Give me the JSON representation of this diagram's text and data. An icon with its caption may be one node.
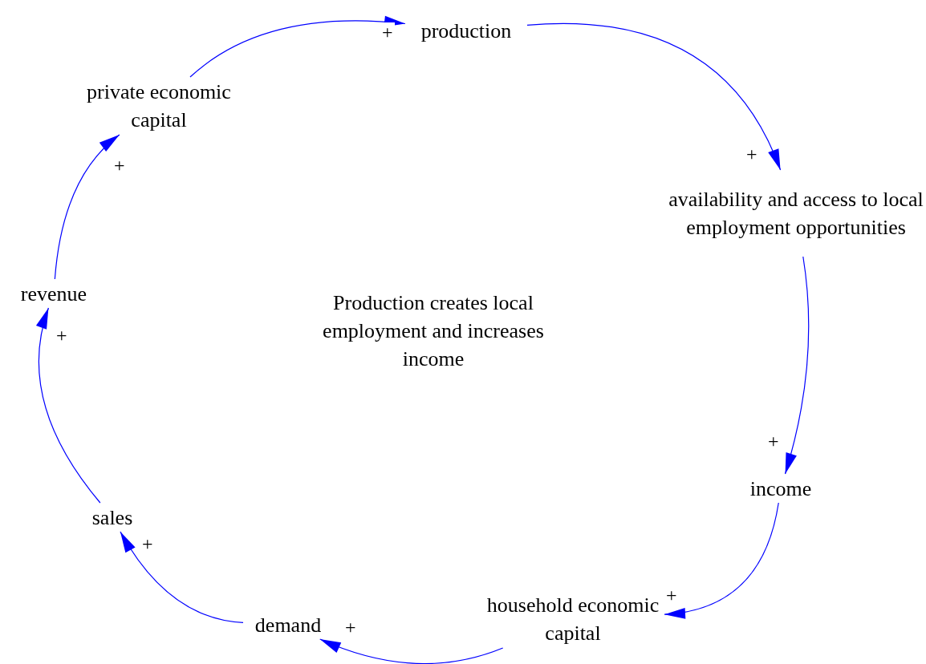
{
  "diagram": {
    "nodes": [
      {
        "text": [
          "production"
        ]
      },
      {
        "text": [
          "availability and access to local employment opportunities"
        ]
      },
      {
        "text": [
          "income"
        ]
      },
      {
        "text": [
          "household economic capital"
        ]
      },
      {
        "text": [
          "demand"
        ]
      },
      {
        "text": [
          "sales"
        ]
      },
      {
        "text": [
          "revenue"
        ]
      },
      {
        "text": [
          "private economic capital"
        ]
      }
    ],
    "edges": [
      {
        "from": 7,
        "to": 0,
        "arrow": "to",
        "label": "+"
      },
      {
        "from": 0,
        "to": 1,
        "arrow": "to",
        "label": "+"
      },
      {
        "from": 1,
        "to": 2,
        "arrow": "to",
        "label": "+"
      },
      {
        "from": 2,
        "to": 3,
        "arrow": "to",
        "label": "+"
      },
      {
        "from": 3,
        "to": 4,
        "arrow": "to",
        "label": "+"
      },
      {
        "from": 4,
        "to": 5,
        "arrow": "to",
        "label": "+"
      },
      {
        "from": 5,
        "to": 6,
        "arrow": "to",
        "label": "+"
      },
      {
        "from": 6,
        "to": 7,
        "arrow": "to",
        "label": "+"
      }
    ],
    "labels": [
      "Production creates local employment and increases income"
    ]
  }
}
